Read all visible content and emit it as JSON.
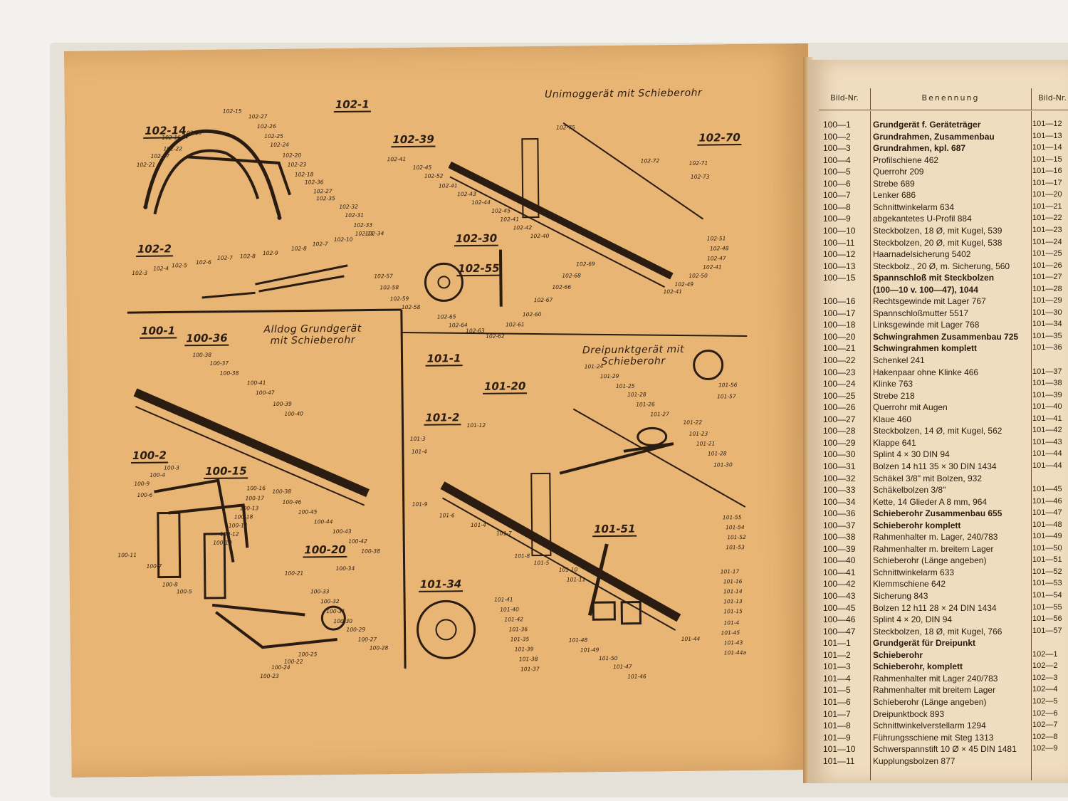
{
  "left_page": {
    "top_title": "Unimoggerät mit Schieberohr",
    "mid_left_title": [
      "Alldog Grundgerät",
      "mit Schieberohr"
    ],
    "mid_right_title": [
      "Dreipunktgerät mit",
      "Schieberohr"
    ],
    "group_labels": [
      "102-1",
      "102-14",
      "102-2",
      "102-39",
      "102-70",
      "102-30",
      "102-55",
      "100-1",
      "100-36",
      "100-2",
      "100-15",
      "100-20",
      "101-1",
      "101-20",
      "101-2",
      "101-51",
      "101-34"
    ],
    "part_labels": [
      "102-15",
      "102-27",
      "102-26",
      "102-25",
      "102-24",
      "102-20",
      "102-23",
      "102-18",
      "102-36",
      "102-27",
      "102-35",
      "102-32",
      "102-31",
      "102-33",
      "102-34",
      "102-19",
      "102-16",
      "102-22",
      "102-17",
      "102-21",
      "102-3",
      "102-4",
      "102-5",
      "102-6",
      "102-7",
      "102-8",
      "102-9",
      "102-8",
      "102-7",
      "102-10",
      "102-11",
      "102-75",
      "102-72",
      "102-71",
      "102-73",
      "102-41",
      "102-45",
      "102-52",
      "102-41",
      "102-43",
      "102-44",
      "102-45",
      "102-41",
      "102-42",
      "102-40",
      "102-57",
      "102-58",
      "102-59",
      "102-58",
      "102-65",
      "102-64",
      "102-63",
      "102-62",
      "102-61",
      "102-60",
      "102-67",
      "102-66",
      "102-68",
      "102-69",
      "102-51",
      "102-48",
      "102-47",
      "102-41",
      "102-50",
      "102-49",
      "102-41",
      "100-38",
      "100-37",
      "100-38",
      "100-41",
      "100-47",
      "100-39",
      "100-40",
      "100-38",
      "100-46",
      "100-45",
      "100-44",
      "100-43",
      "100-42",
      "100-38",
      "100-3",
      "100-4",
      "100-9",
      "100-6",
      "100-16",
      "100-17",
      "100-13",
      "100-18",
      "100-14",
      "100-12",
      "100-10",
      "100-11",
      "100-7",
      "100-8",
      "100-5",
      "100-21",
      "100-34",
      "100-33",
      "100-32",
      "100-31",
      "100-30",
      "100-29",
      "100-27",
      "100-28",
      "100-25",
      "100-22",
      "100-24",
      "100-23",
      "101-24",
      "101-29",
      "101-25",
      "101-28",
      "101-26",
      "101-27",
      "101-22",
      "101-23",
      "101-21",
      "101-28",
      "101-30",
      "101-56",
      "101-57",
      "101-12",
      "101-3",
      "101-4",
      "101-9",
      "101-6",
      "101-4",
      "101-7",
      "101-8",
      "101-5",
      "101-10",
      "101-11",
      "101-55",
      "101-54",
      "101-52",
      "101-53",
      "101-17",
      "101-16",
      "101-14",
      "101-13",
      "101-15",
      "101-4",
      "101-45",
      "101-43",
      "101-44",
      "101-44a",
      "101-41",
      "101-40",
      "101-42",
      "101-36",
      "101-35",
      "101-39",
      "101-38",
      "101-37",
      "101-48",
      "101-49",
      "101-50",
      "101-47",
      "101-46"
    ]
  },
  "right_page": {
    "headers": [
      "Bild-Nr.",
      "Benennung",
      "Bild-Nr."
    ],
    "rows": [
      {
        "nr": "100—1",
        "name": "Grundgerät f. Geräteträger",
        "bold": true,
        "ref": "101—12"
      },
      {
        "nr": "100—2",
        "name": "Grundrahmen, Zusammenbau",
        "bold": true,
        "ref": "101—13"
      },
      {
        "nr": "100—3",
        "name": "Grundrahmen, kpl. 687",
        "bold": true,
        "ref": "101—14"
      },
      {
        "nr": "100—4",
        "name": "Profilschiene 462",
        "bold": false,
        "ref": "101—15"
      },
      {
        "nr": "100—5",
        "name": "Querrohr 209",
        "bold": false,
        "ref": "101—16"
      },
      {
        "nr": "100—6",
        "name": "Strebe 689",
        "bold": false,
        "ref": "101—17"
      },
      {
        "nr": "100—7",
        "name": "Lenker 686",
        "bold": false,
        "ref": "101—20"
      },
      {
        "nr": "100—8",
        "name": "Schnittwinkelarm 634",
        "bold": false,
        "ref": "101—21"
      },
      {
        "nr": "100—9",
        "name": "abgekantetes U-Profil 884",
        "bold": false,
        "ref": "101—22"
      },
      {
        "nr": "100—10",
        "name": "Steckbolzen, 18 Ø, mit Kugel, 539",
        "bold": false,
        "ref": "101—23"
      },
      {
        "nr": "100—11",
        "name": "Steckbolzen, 20 Ø, mit Kugel, 538",
        "bold": false,
        "ref": "101—24"
      },
      {
        "nr": "100—12",
        "name": "Haarnadelsicherung 5402",
        "bold": false,
        "ref": "101—25"
      },
      {
        "nr": "100—13",
        "name": "Steckbolz., 20 Ø, m. Sicherung, 560",
        "bold": false,
        "ref": "101—26"
      },
      {
        "nr": "100—15",
        "name": "Spannschloß mit Steckbolzen",
        "bold": true,
        "ref": "101—27"
      },
      {
        "nr": "",
        "name": "(100—10 v. 100—47), 1044",
        "bold": true,
        "ref": "101—28"
      },
      {
        "nr": "100—16",
        "name": "Rechtsgewinde mit Lager 767",
        "bold": false,
        "ref": "101—29"
      },
      {
        "nr": "100—17",
        "name": "Spannschloßmutter 5517",
        "bold": false,
        "ref": "101—30"
      },
      {
        "nr": "100—18",
        "name": "Linksgewinde mit Lager 768",
        "bold": false,
        "ref": "101—34"
      },
      {
        "nr": "100—20",
        "name": "Schwingrahmen Zusammenbau 725",
        "bold": true,
        "ref": "101—35"
      },
      {
        "nr": "100—21",
        "name": "Schwingrahmen komplett",
        "bold": true,
        "ref": "101—36"
      },
      {
        "nr": "100—22",
        "name": "Schenkel 241",
        "bold": false,
        "ref": ""
      },
      {
        "nr": "100—23",
        "name": "Hakenpaar ohne Klinke 466",
        "bold": false,
        "ref": "101—37"
      },
      {
        "nr": "100—24",
        "name": "Klinke 763",
        "bold": false,
        "ref": "101—38"
      },
      {
        "nr": "100—25",
        "name": "Strebe 218",
        "bold": false,
        "ref": "101—39"
      },
      {
        "nr": "100—26",
        "name": "Querrohr mit Augen",
        "bold": false,
        "ref": "101—40"
      },
      {
        "nr": "100—27",
        "name": "Klaue 460",
        "bold": false,
        "ref": "101—41"
      },
      {
        "nr": "100—28",
        "name": "Steckbolzen, 14 Ø, mit Kugel, 562",
        "bold": false,
        "ref": "101—42"
      },
      {
        "nr": "100—29",
        "name": "Klappe 641",
        "bold": false,
        "ref": "101—43"
      },
      {
        "nr": "100—30",
        "name": "Splint 4 × 30 DIN 94",
        "bold": false,
        "ref": "101—44"
      },
      {
        "nr": "100—31",
        "name": "Bolzen 14 h11 35 × 30 DIN 1434",
        "bold": false,
        "ref": "101—44"
      },
      {
        "nr": "100—32",
        "name": "Schäkel 3/8\" mit Bolzen, 932",
        "bold": false,
        "ref": ""
      },
      {
        "nr": "100—33",
        "name": "Schäkelbolzen 3/8\"",
        "bold": false,
        "ref": "101—45"
      },
      {
        "nr": "100—34",
        "name": "Kette, 14 Glieder A 8 mm, 964",
        "bold": false,
        "ref": "101—46"
      },
      {
        "nr": "100—36",
        "name": "Schieberohr Zusammenbau 655",
        "bold": true,
        "ref": "101—47"
      },
      {
        "nr": "100—37",
        "name": "Schieberohr komplett",
        "bold": true,
        "ref": "101—48"
      },
      {
        "nr": "100—38",
        "name": "Rahmenhalter m. Lager, 240/783",
        "bold": false,
        "ref": "101—49"
      },
      {
        "nr": "100—39",
        "name": "Rahmenhalter m. breitem Lager",
        "bold": false,
        "ref": "101—50"
      },
      {
        "nr": "100—40",
        "name": "Schieberohr (Länge angeben)",
        "bold": false,
        "ref": "101—51"
      },
      {
        "nr": "100—41",
        "name": "Schnittwinkelarm 633",
        "bold": false,
        "ref": "101—52"
      },
      {
        "nr": "100—42",
        "name": "Klemmschiene 642",
        "bold": false,
        "ref": "101—53"
      },
      {
        "nr": "100—43",
        "name": "Sicherung 843",
        "bold": false,
        "ref": "101—54"
      },
      {
        "nr": "100—45",
        "name": "Bolzen 12 h11 28 × 24 DIN 1434",
        "bold": false,
        "ref": "101—55"
      },
      {
        "nr": "100—46",
        "name": "Splint 4 × 20, DIN 94",
        "bold": false,
        "ref": "101—56"
      },
      {
        "nr": "100—47",
        "name": "Steckbolzen, 18 Ø, mit Kugel, 766",
        "bold": false,
        "ref": "101—57"
      },
      {
        "nr": "101—1",
        "name": "Grundgerät für Dreipunkt",
        "bold": true,
        "ref": ""
      },
      {
        "nr": "101—2",
        "name": "Schieberohr",
        "bold": true,
        "ref": "102—1"
      },
      {
        "nr": "101—3",
        "name": "Schieberohr, komplett",
        "bold": true,
        "ref": "102—2"
      },
      {
        "nr": "101—4",
        "name": "Rahmenhalter mit Lager 240/783",
        "bold": false,
        "ref": "102—3"
      },
      {
        "nr": "101—5",
        "name": "Rahmenhalter mit breitem Lager",
        "bold": false,
        "ref": "102—4"
      },
      {
        "nr": "101—6",
        "name": "Schieberohr (Länge angeben)",
        "bold": false,
        "ref": "102—5"
      },
      {
        "nr": "101—7",
        "name": "Dreipunktbock 893",
        "bold": false,
        "ref": "102—6"
      },
      {
        "nr": "101—8",
        "name": "Schnittwinkelverstellarm 1294",
        "bold": false,
        "ref": "102—7"
      },
      {
        "nr": "101—9",
        "name": "Führungsschiene mit Steg 1313",
        "bold": false,
        "ref": "102—8"
      },
      {
        "nr": "101—10",
        "name": "Schwerspannstift 10 Ø × 45 DIN 1481",
        "bold": false,
        "ref": "102—9"
      },
      {
        "nr": "101—11",
        "name": "Kupplungsbolzen 877",
        "bold": false,
        "ref": ""
      }
    ]
  }
}
